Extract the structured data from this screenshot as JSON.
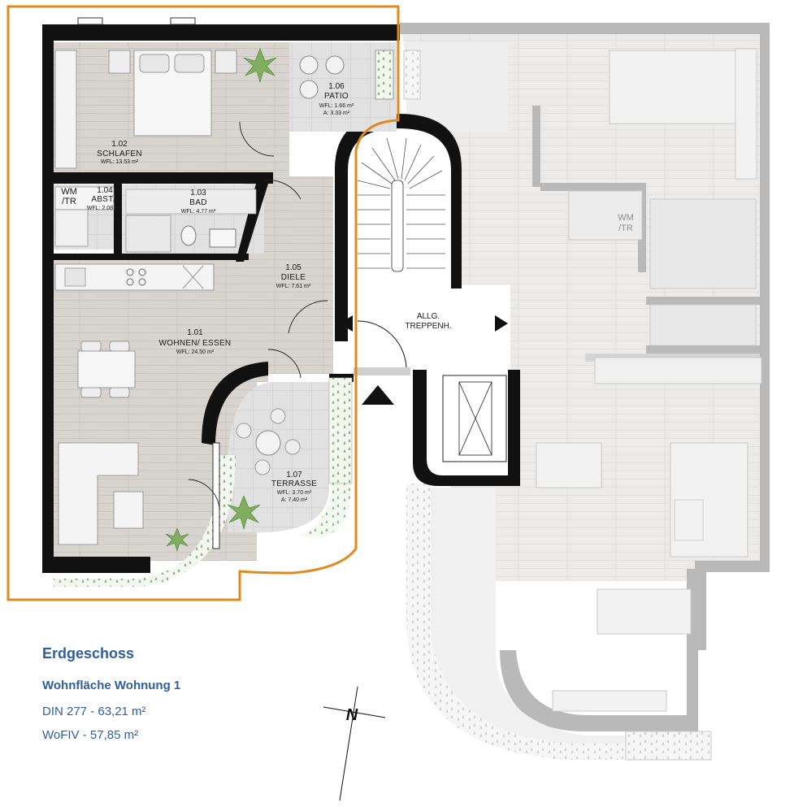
{
  "rooms": [
    {
      "num": "1.02",
      "name": "SCHLAFEN",
      "area": "WFL: 13.53 m²"
    },
    {
      "num": "1.06",
      "name": "PATIO",
      "area": "WFL: 1.66 m²",
      "area2": "A: 3.33 m²"
    },
    {
      "num": "1.03",
      "name": "BAD",
      "area": "WFL: 4.77 m²"
    },
    {
      "num": "1.04",
      "name": "ABST.",
      "area": "WFL: 2.08 m²"
    },
    {
      "num": "1.05",
      "name": "DIELE",
      "area": "WFL: 7.61 m²"
    },
    {
      "num": "1.01",
      "name": "WOHNEN/ ESSEN",
      "area": "WFL: 24.50 m²"
    },
    {
      "num": "1.07",
      "name": "TERRASSE",
      "area": "WFL: 3.70 m²",
      "area2": "A: 7.40 m²"
    }
  ],
  "stair_label": {
    "line1": "ALLG.",
    "line2": "TREPPENH."
  },
  "wmtr_labels": [
    {
      "line1": "WM",
      "line2": "/TR"
    },
    {
      "line1": "WM",
      "line2": "/TR"
    }
  ],
  "north_label": "N",
  "info": {
    "floor": "Erdgeschoss",
    "area_title": "Wohnfläche Wohnung 1",
    "din": "DIN 277 - 63,21 m²",
    "wofiv": "WoFIV - 57,85 m²"
  },
  "colors": {
    "highlight_outline": "#e08a1e",
    "wall": "#111111",
    "wall_faded": "#b9b9b9",
    "info_text": "#2f5f9e"
  }
}
